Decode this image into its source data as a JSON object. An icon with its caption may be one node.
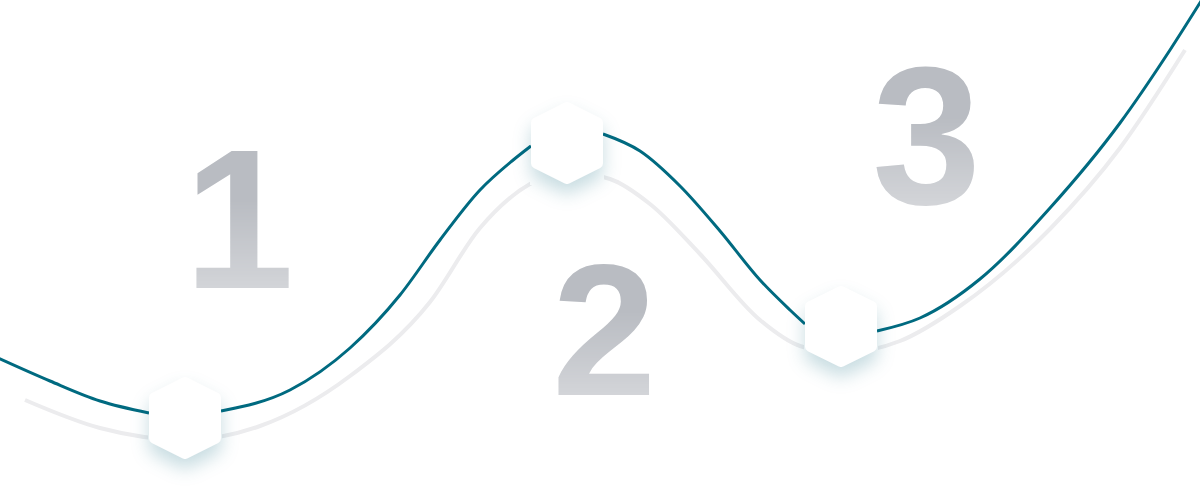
{
  "diagram": {
    "nodes": [
      {
        "text": [],
        "shape": "hexagon"
      },
      {
        "text": [],
        "shape": "hexagon"
      },
      {
        "text": [],
        "shape": "hexagon"
      }
    ],
    "edges": [
      {
        "from": null,
        "to": 0,
        "arrow": "none"
      },
      {
        "from": 0,
        "to": 1,
        "arrow": "none"
      },
      {
        "from": 1,
        "to": 2,
        "arrow": "none"
      },
      {
        "from": 2,
        "to": null,
        "arrow": "none"
      }
    ],
    "labels": [
      "1",
      "2",
      "3"
    ]
  }
}
